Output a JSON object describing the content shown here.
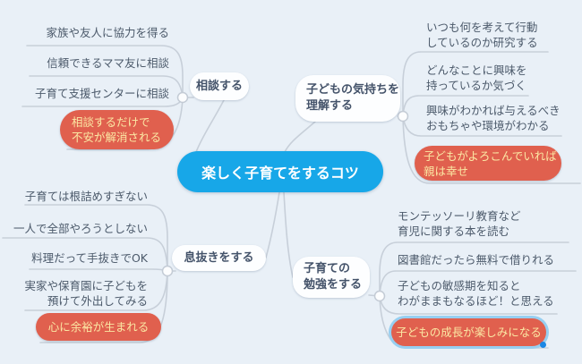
{
  "colors": {
    "background": "#E9F0F7",
    "root_blue": "#17A7E8",
    "highlight_red": "#E0604E",
    "highlight_text": "#FBE8A4",
    "node_text": "#4C5A6B",
    "connector_line": "#C7CFD9",
    "selection_outline": "#97CFF1"
  },
  "root": {
    "label": "楽しく子育てをするコツ"
  },
  "branches": [
    {
      "label": "相談する",
      "children": [
        {
          "text": "家族や友人に協力を得る"
        },
        {
          "text": "信頼できるママ友に相談"
        },
        {
          "text": "子育て支援センターに相談"
        },
        {
          "text": "相談するだけで\n不安が解消される",
          "type": "highlight"
        }
      ]
    },
    {
      "label": "子どもの気持ちを\n理解する",
      "children": [
        {
          "text": "いつも何を考えて行動\nしているのか研究する"
        },
        {
          "text": "どんなことに興味を\n持っているか気づく"
        },
        {
          "text": "興味がわかれば与えるべき\nおもちゃや環境がわかる"
        },
        {
          "text": "子どもがよろこんでいれば\n親は幸せ",
          "type": "highlight"
        }
      ]
    },
    {
      "label": "息抜きをする",
      "children": [
        {
          "text": "子育ては根詰めすぎない"
        },
        {
          "text": "一人で全部やろうとしない"
        },
        {
          "text": "料理だって手抜きでOK"
        },
        {
          "text": "実家や保育園に子どもを\n預けて外出してみる"
        },
        {
          "text": "心に余裕が生まれる",
          "type": "highlight"
        }
      ]
    },
    {
      "label": "子育ての\n勉強をする",
      "children": [
        {
          "text": "モンテッソーリ教育など\n育児に関する本を読む"
        },
        {
          "text": "図書館だったら無料で借りれる"
        },
        {
          "text": "子どもの敏感期を知ると\nわがままもなるほど！と思える"
        },
        {
          "text": "子どもの成長が楽しみになる",
          "type": "highlight",
          "selected": true
        }
      ]
    }
  ]
}
